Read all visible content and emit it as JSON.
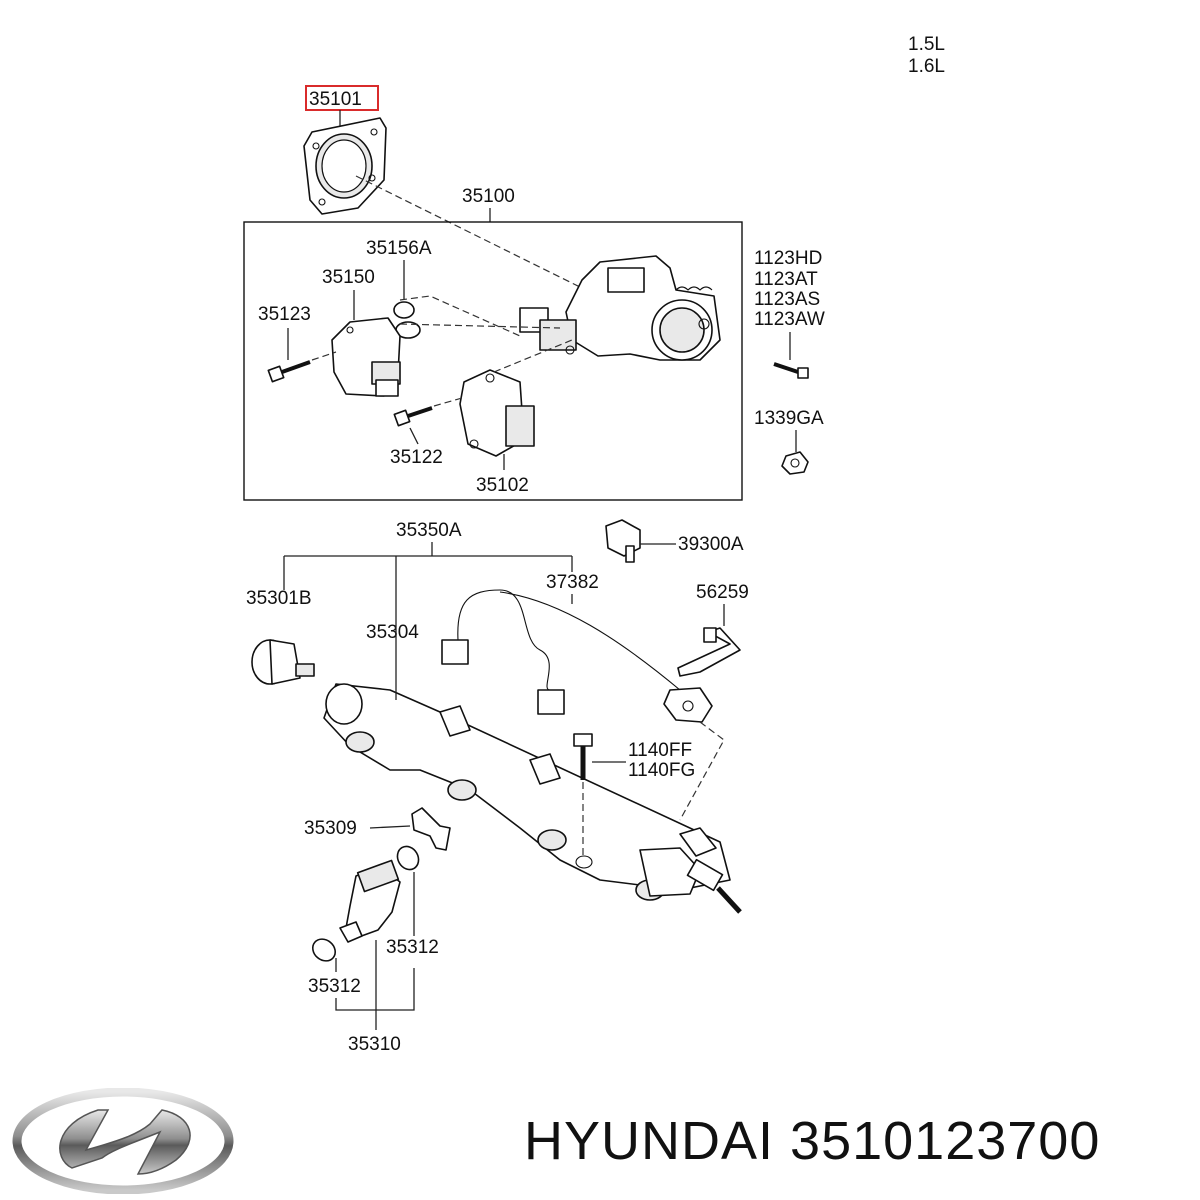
{
  "engine_labels": [
    "1.5L",
    "1.6L"
  ],
  "highlighted_part": "35101",
  "labels": {
    "p35100": "35100",
    "p35156A": "35156A",
    "p35150": "35150",
    "p35123": "35123",
    "p35122": "35122",
    "p35102": "35102",
    "p1123HD": "1123HD",
    "p1123AT": "1123AT",
    "p1123AS": "1123AS",
    "p1123AW": "1123AW",
    "p1339GA": "1339GA",
    "p35350A": "35350A",
    "p39300A": "39300A",
    "p37382": "37382",
    "p35301B": "35301B",
    "p56259": "56259",
    "p35304": "35304",
    "p1140FF": "1140FF",
    "p1140FG": "1140FG",
    "p35309": "35309",
    "p35312a": "35312",
    "p35312b": "35312",
    "p35310": "35310"
  },
  "brand": {
    "name": "HYUNDAI",
    "part_number": "3510123700",
    "logo_icon": "hyundai-logo-icon"
  },
  "colors": {
    "highlight_box": "#d92b2b",
    "line": "#222222"
  }
}
